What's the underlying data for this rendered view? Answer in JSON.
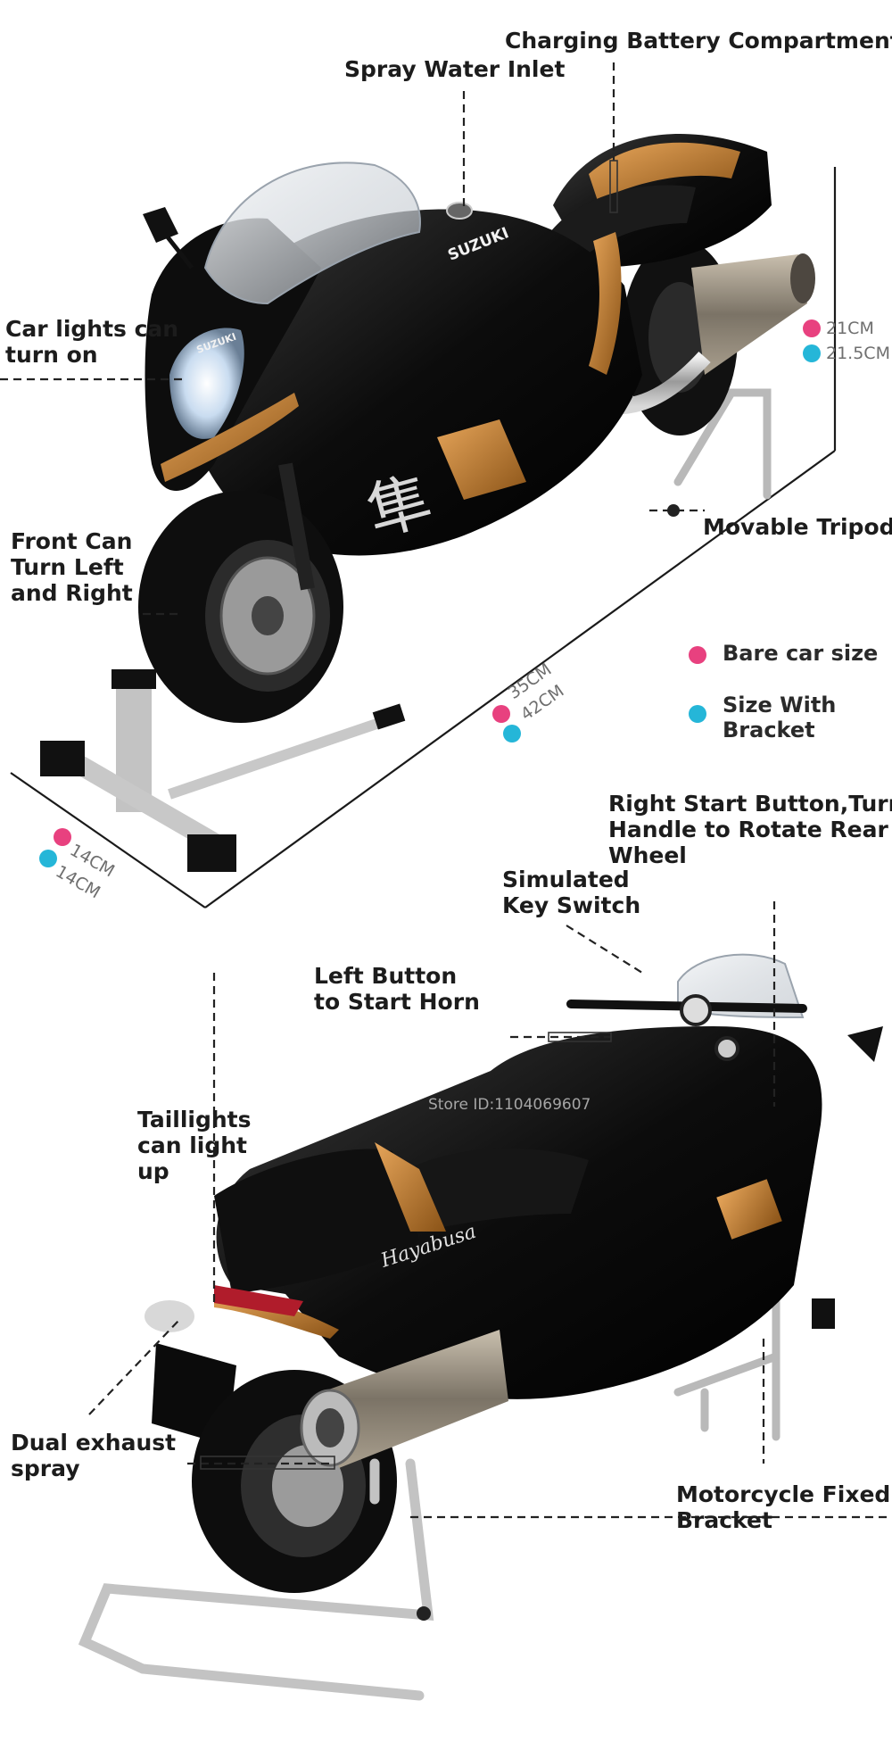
{
  "labels": {
    "charging_battery": "Charging Battery Compartment",
    "spray_water_inlet": "Spray Water Inlet",
    "car_lights": [
      "Car lights can",
      "turn on"
    ],
    "front_turn": [
      "Front Can",
      "Turn Left",
      "and Right"
    ],
    "movable_tripod": "Movable Tripod",
    "right_start_button": [
      "Right Start Button,Turn",
      "Handle to Rotate Rear",
      "Wheel"
    ],
    "key_switch": [
      "Simulated",
      "Key Switch"
    ],
    "left_button": [
      "Left Button",
      "to Start Horn"
    ],
    "taillights": [
      "Taillights",
      "can light",
      "up"
    ],
    "dual_exhaust": [
      "Dual exhaust",
      "spray"
    ],
    "fixed_bracket": [
      "Motorcycle Fixed",
      "Bracket"
    ]
  },
  "dimensions": {
    "height_bare": "21CM",
    "height_bracket": "21.5CM",
    "length_bare": "35CM",
    "length_bracket": "42CM",
    "width_bare": "14CM",
    "width_bracket": "14CM"
  },
  "legend": {
    "bare_label": "Bare car size",
    "bracket_label": [
      "Size With",
      "Bracket"
    ]
  },
  "branding": {
    "tank_logo": "SUZUKI",
    "nose_logo": "SUZUKI",
    "side_script": "Hayabusa",
    "kanji": "隼"
  },
  "watermark": "Store ID:1104069607",
  "colors": {
    "bare_dot": "#e8417f",
    "bracket_dot": "#25b6d8",
    "bike_body": "#111111",
    "bike_accent": "#c8822f"
  }
}
